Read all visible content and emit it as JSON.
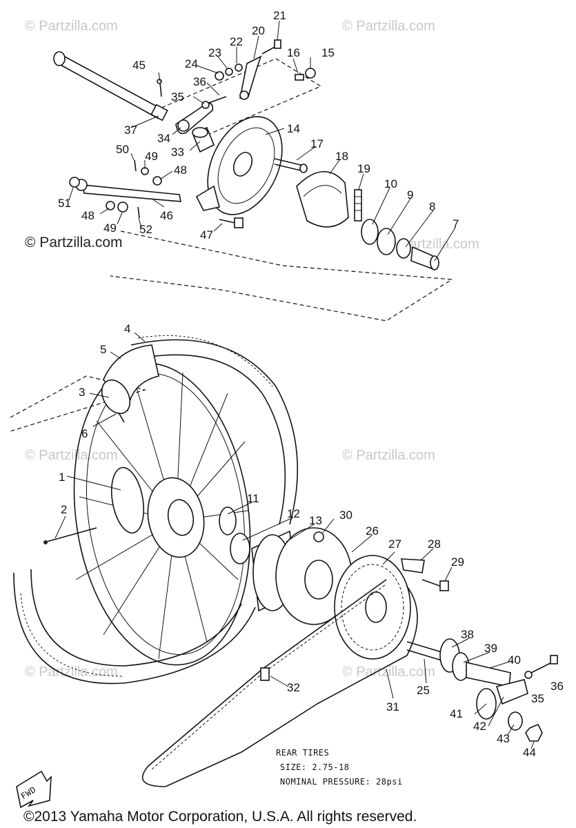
{
  "watermarks": {
    "text": "© Partzilla.com",
    "labeled_text": "© Partzilla.com"
  },
  "callouts": [
    "1",
    "2",
    "3",
    "4",
    "5",
    "6",
    "7",
    "8",
    "9",
    "10",
    "11",
    "12",
    "13",
    "14",
    "15",
    "16",
    "17",
    "18",
    "19",
    "20",
    "21",
    "22",
    "23",
    "24",
    "25",
    "26",
    "27",
    "28",
    "29",
    "30",
    "31",
    "32",
    "33",
    "34",
    "35",
    "36",
    "37",
    "38",
    "39",
    "40",
    "41",
    "42",
    "43",
    "44",
    "45",
    "46",
    "47",
    "48",
    "49",
    "50",
    "51",
    "52"
  ],
  "note": {
    "line1": "REAR TIRES",
    "line2": "SIZE: 2.75-18",
    "line3": "NOMINAL PRESSURE: 28psi"
  },
  "fwd_label": "FWD",
  "copyright": "©2013 Yamaha Motor Corporation, U.S.A. All rights reserved."
}
